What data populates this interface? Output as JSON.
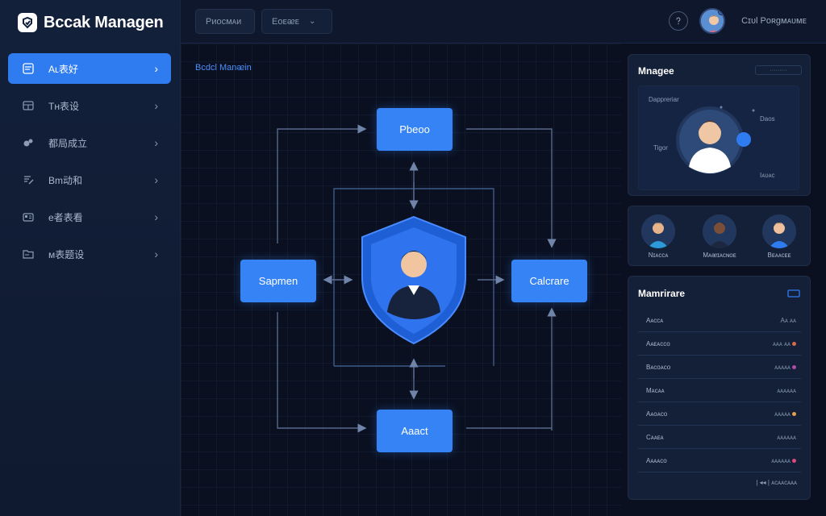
{
  "app": {
    "title": "Bccak Managen"
  },
  "sidebar": {
    "items": [
      {
        "label": "Aʟ表好",
        "icon": "dashboard-icon",
        "active": true
      },
      {
        "label": "Tʜ表设",
        "icon": "table-icon",
        "active": false
      },
      {
        "label": "都局成立",
        "icon": "users-icon",
        "active": false
      },
      {
        "label": "Bm动和",
        "icon": "edit-doc-icon",
        "active": false
      },
      {
        "label": "e者表看",
        "icon": "card-icon",
        "active": false
      },
      {
        "label": "ᴍ表题设",
        "icon": "folder-icon",
        "active": false
      }
    ]
  },
  "topbar": {
    "tab1": "Pᴎᴏᴄᴍᴀᴎ",
    "tab2": "Eᴏᴇᴂᴇ",
    "user_label": "Cɪᴜl Poʀgᴍᴀᴜᴍᴇ"
  },
  "canvas": {
    "title": "Bcdcl Manᴂin",
    "nodes": {
      "top": "Pbeoo",
      "left": "Sapmen",
      "right": "Calcrare",
      "bottom": "Aaact"
    }
  },
  "panel_manager": {
    "title": "Mnagee",
    "chip": "·········",
    "label_top_left": "Dappreriar",
    "label_left": "Tigor",
    "label_top_right": "Daos",
    "label_bottom_right": "Iᴀᴜᴀᴄ"
  },
  "panel_team": {
    "members": [
      {
        "name": "Nɪᴀᴄᴄᴀ",
        "shirt": "#2b9ad8",
        "skin": "#e8b48c"
      },
      {
        "name": "Mᴀᴂɪᴀᴄɴᴏᴇ",
        "shirt": "#1d2840",
        "skin": "#7a4f3a"
      },
      {
        "name": "Bᴇᴀᴀᴄᴇᴇ",
        "shirt": "#2f7cf0",
        "skin": "#f0c09c"
      }
    ]
  },
  "panel_table": {
    "title": "Mamrirare",
    "rows": [
      {
        "key": "Aᴀᴄᴄᴀ",
        "value": "Aᴀ ᴀᴀ",
        "dot": ""
      },
      {
        "key": "Aᴀᴇᴀᴄᴄᴏ",
        "value": "ᴀᴀᴀ ᴀᴀ",
        "dot": "#d66b4a"
      },
      {
        "key": "Bᴀᴄᴏᴀᴄᴏ",
        "value": "ᴀᴀᴀᴀᴀ",
        "dot": "#b04ba6"
      },
      {
        "key": "Mᴀᴄᴀᴀ",
        "value": "ᴀᴀᴀᴀᴀᴀ",
        "dot": ""
      },
      {
        "key": "Aᴀᴏᴀᴄᴏ",
        "value": "ᴀᴀᴀᴀᴀ",
        "dot": "#e0a24a"
      },
      {
        "key": "Cᴀᴀᴇᴀ",
        "value": "ᴀᴀᴀᴀᴀᴀ",
        "dot": ""
      },
      {
        "key": "Aᴀᴀᴀᴄᴏ",
        "value": "ᴀᴀᴀᴀᴀᴀ",
        "dot": "#e04a7a"
      }
    ],
    "pager": "|   ◂◂   |  ᴀᴄᴀᴀᴄᴀᴀᴀ"
  },
  "colors": {
    "accent": "#2f7cf0",
    "node": "#3683f5",
    "bg": "#0a1020"
  }
}
